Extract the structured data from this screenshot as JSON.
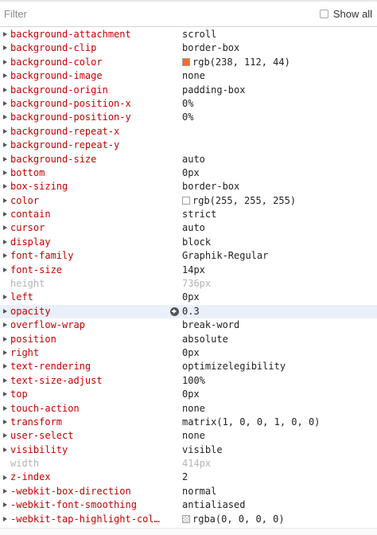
{
  "filter": {
    "placeholder": "Filter",
    "show_all_label": "Show all"
  },
  "properties": [
    {
      "name": "background-attachment",
      "value": "scroll",
      "expandable": true,
      "inherited": false
    },
    {
      "name": "background-clip",
      "value": "border-box",
      "expandable": true,
      "inherited": false
    },
    {
      "name": "background-color",
      "value": "rgb(238, 112, 44)",
      "swatch": "#ee702c",
      "expandable": true,
      "inherited": false
    },
    {
      "name": "background-image",
      "value": "none",
      "expandable": true,
      "inherited": false
    },
    {
      "name": "background-origin",
      "value": "padding-box",
      "expandable": true,
      "inherited": false
    },
    {
      "name": "background-position-x",
      "value": "0%",
      "expandable": true,
      "inherited": false
    },
    {
      "name": "background-position-y",
      "value": "0%",
      "expandable": true,
      "inherited": false
    },
    {
      "name": "background-repeat-x",
      "value": "",
      "expandable": true,
      "inherited": false
    },
    {
      "name": "background-repeat-y",
      "value": "",
      "expandable": true,
      "inherited": false
    },
    {
      "name": "background-size",
      "value": "auto",
      "expandable": true,
      "inherited": false
    },
    {
      "name": "bottom",
      "value": "0px",
      "expandable": true,
      "inherited": false
    },
    {
      "name": "box-sizing",
      "value": "border-box",
      "expandable": true,
      "inherited": false
    },
    {
      "name": "color",
      "value": "rgb(255, 255, 255)",
      "swatch": "#ffffff",
      "expandable": true,
      "inherited": false
    },
    {
      "name": "contain",
      "value": "strict",
      "expandable": true,
      "inherited": false
    },
    {
      "name": "cursor",
      "value": "auto",
      "expandable": true,
      "inherited": false
    },
    {
      "name": "display",
      "value": "block",
      "expandable": true,
      "inherited": false
    },
    {
      "name": "font-family",
      "value": "Graphik-Regular",
      "expandable": true,
      "inherited": false
    },
    {
      "name": "font-size",
      "value": "14px",
      "expandable": true,
      "inherited": false
    },
    {
      "name": "height",
      "value": "736px",
      "expandable": false,
      "inherited": true
    },
    {
      "name": "left",
      "value": "0px",
      "expandable": true,
      "inherited": false
    },
    {
      "name": "opacity",
      "value": "0.3",
      "expandable": true,
      "inherited": false,
      "selected": true,
      "goto": true
    },
    {
      "name": "overflow-wrap",
      "value": "break-word",
      "expandable": true,
      "inherited": false
    },
    {
      "name": "position",
      "value": "absolute",
      "expandable": true,
      "inherited": false
    },
    {
      "name": "right",
      "value": "0px",
      "expandable": true,
      "inherited": false
    },
    {
      "name": "text-rendering",
      "value": "optimizelegibility",
      "expandable": true,
      "inherited": false
    },
    {
      "name": "text-size-adjust",
      "value": "100%",
      "expandable": true,
      "inherited": false
    },
    {
      "name": "top",
      "value": "0px",
      "expandable": true,
      "inherited": false
    },
    {
      "name": "touch-action",
      "value": "none",
      "expandable": true,
      "inherited": false
    },
    {
      "name": "transform",
      "value": "matrix(1, 0, 0, 1, 0, 0)",
      "expandable": true,
      "inherited": false
    },
    {
      "name": "user-select",
      "value": "none",
      "expandable": true,
      "inherited": false
    },
    {
      "name": "visibility",
      "value": "visible",
      "expandable": true,
      "inherited": false
    },
    {
      "name": "width",
      "value": "414px",
      "expandable": false,
      "inherited": true
    },
    {
      "name": "z-index",
      "value": "2",
      "expandable": true,
      "inherited": false
    },
    {
      "name": "-webkit-box-direction",
      "value": "normal",
      "expandable": true,
      "inherited": false
    },
    {
      "name": "-webkit-font-smoothing",
      "value": "antialiased",
      "expandable": true,
      "inherited": false
    },
    {
      "name": "-webkit-tap-highlight-col…",
      "value": "rgba(0, 0, 0, 0)",
      "swatch": "checker",
      "expandable": true,
      "inherited": false
    }
  ]
}
